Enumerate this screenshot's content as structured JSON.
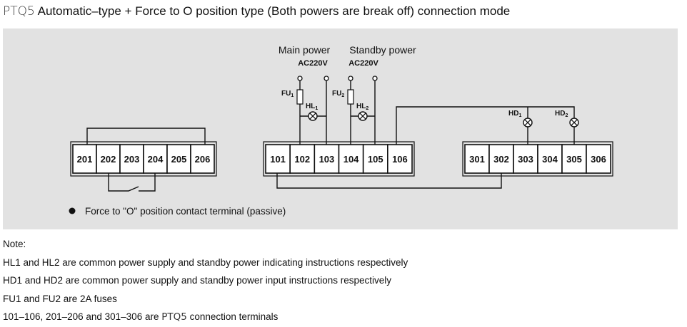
{
  "title": {
    "model": "PTQ5",
    "text": "Automatic–type + Force to O position type (Both powers are break off) connection mode"
  },
  "labels": {
    "main_power": "Main power",
    "standby_power": "Standby power",
    "ac1": "AC220V",
    "ac2": "AC220V",
    "fu1": "FU",
    "fu1_sub": "1",
    "fu2": "FU",
    "fu2_sub": "2",
    "hl1": "HL",
    "hl1_sub": "1",
    "hl2": "HL",
    "hl2_sub": "2",
    "hd1": "HD",
    "hd1_sub": "1",
    "hd2": "HD",
    "hd2_sub": "2"
  },
  "terminals": {
    "group_200": [
      "201",
      "202",
      "203",
      "204",
      "205",
      "206"
    ],
    "group_100": [
      "101",
      "102",
      "103",
      "104",
      "105",
      "106"
    ],
    "group_300": [
      "301",
      "302",
      "303",
      "304",
      "305",
      "306"
    ]
  },
  "legend": {
    "text": "Force to \"O\" position contact terminal (passive)"
  },
  "notes": {
    "heading": "Note:",
    "line1": "HL1 and HL2 are common power supply and standby power indicating instructions respectively",
    "line2": "HD1 and HD2 are common power supply and standby power input instructions respectively",
    "line3": "FU1 and FU2 are 2A fuses",
    "line4_prefix": "101–106, 201–206 and 301–306 are",
    "line4_model": "PTQ5",
    "line4_suffix": "connection terminals"
  }
}
